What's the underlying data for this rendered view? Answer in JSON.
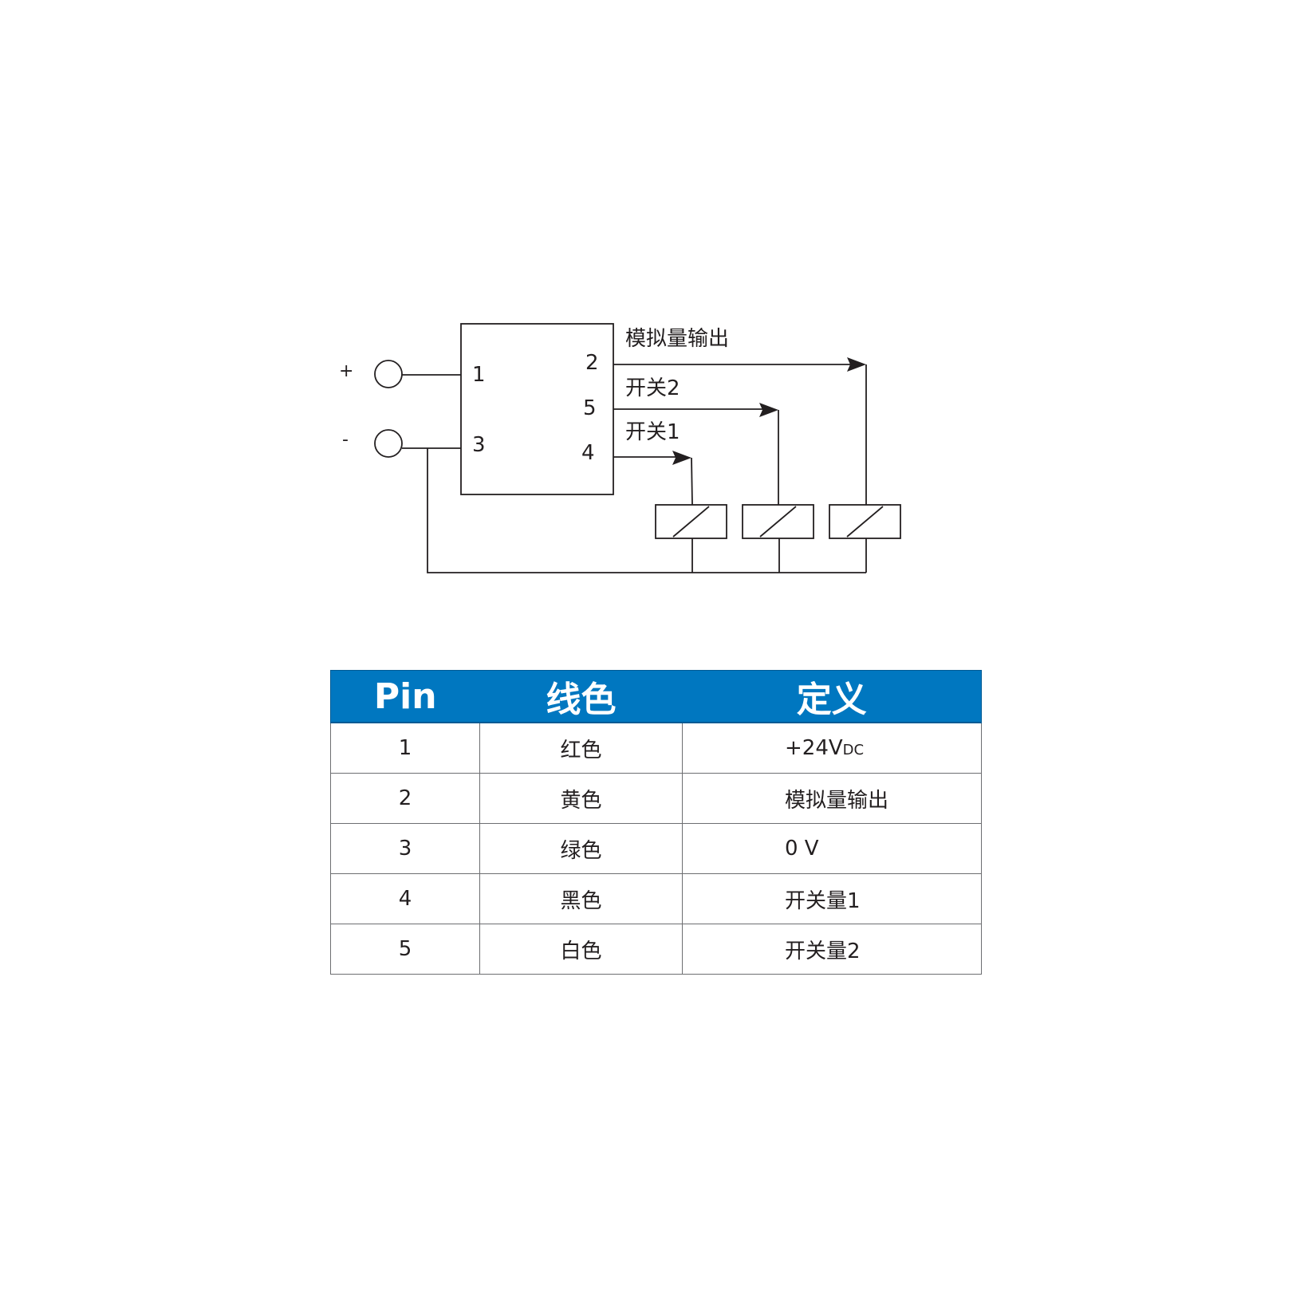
{
  "diagram": {
    "terminals": {
      "plus": "+",
      "minus": "-"
    },
    "pins": {
      "p1": "1",
      "p3": "3",
      "p2": "2",
      "p5": "5",
      "p4": "4"
    },
    "outputs": {
      "analog": "模拟量输出",
      "switch2": "开关2",
      "switch1": "开关1"
    }
  },
  "table": {
    "headers": {
      "pin": "Pin",
      "color": "线色",
      "definition": "定义"
    },
    "rows": [
      {
        "pin": "1",
        "color": "红色",
        "definition": "+24V",
        "definition_sub": "DC"
      },
      {
        "pin": "2",
        "color": "黄色",
        "definition": "模拟量输出"
      },
      {
        "pin": "3",
        "color": "绿色",
        "definition": "0 V"
      },
      {
        "pin": "4",
        "color": "黑色",
        "definition": "开关量1"
      },
      {
        "pin": "5",
        "color": "白色",
        "definition": "开关量2"
      }
    ]
  }
}
